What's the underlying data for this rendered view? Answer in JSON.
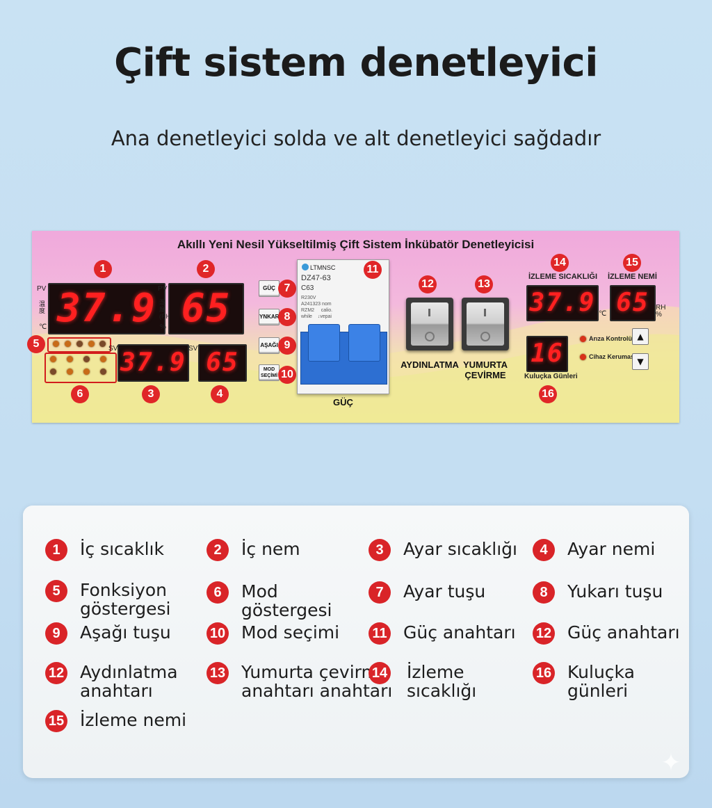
{
  "page": {
    "title": "Çift sistem denetleyici",
    "subtitle": "Ana denetleyici solda ve alt denetleyici sağdadır"
  },
  "panel": {
    "title": "Akıllı Yeni Nesil Yükseltilmiş Çift Sistem İnkübatör Denetleyicisi",
    "pv_temp": "37.9",
    "pv_hum": "65",
    "sv_temp": "37.9",
    "sv_hum": "65",
    "pv_label": "PV",
    "sv_label": "SV",
    "pct": "%",
    "celsius": "℃",
    "keys": [
      "GÜÇ",
      "YNKARI",
      "AŞAĞI",
      "MOD SEÇİMİ"
    ],
    "breaker": {
      "brand": "LTMNSC",
      "model": "DZ47-63",
      "rating": "C63",
      "power_label": "GÜÇ"
    },
    "switch_lighting": "AYDINLATMA",
    "switch_egg": "YUMURTA ÇEVİRME",
    "monitor_temp_label": "İZLEME SICAKLIĞI",
    "monitor_hum_label": "İZLEME NEMİ",
    "monitor_temp": "37.9",
    "monitor_hum": "65",
    "rh": "RH",
    "days": "16",
    "days_label": "Kuluçka Günleri",
    "fault_label": "Arıza Kontrolü",
    "protect_label": "Cihaz Kerumasi",
    "arrow_up": "▲",
    "arrow_down": "▼",
    "badges": [
      "1",
      "2",
      "3",
      "4",
      "5",
      "6",
      "7",
      "8",
      "9",
      "10",
      "11",
      "12",
      "13",
      "14",
      "15",
      "16"
    ]
  },
  "legend": [
    {
      "n": "1",
      "label": "İç sıcaklık"
    },
    {
      "n": "2",
      "label": "İç nem"
    },
    {
      "n": "3",
      "label": "Ayar sıcaklığı"
    },
    {
      "n": "4",
      "label": "Ayar nemi"
    },
    {
      "n": "5",
      "label": "Fonksiyon göstergesi"
    },
    {
      "n": "6",
      "label": "Mod göstergesi"
    },
    {
      "n": "7",
      "label": "Ayar tuşu"
    },
    {
      "n": "8",
      "label": "Yukarı tuşu"
    },
    {
      "n": "9",
      "label": "Aşağı tuşu"
    },
    {
      "n": "10",
      "label": "Mod seçimi"
    },
    {
      "n": "11",
      "label": "Güç anahtarı"
    },
    {
      "n": "12",
      "label": "Güç anahtarı"
    },
    {
      "n": "12",
      "label": "Aydınlatma anahtarı"
    },
    {
      "n": "13",
      "label": "Yumurta çevirme anahtarı anahtarı"
    },
    {
      "n": "14",
      "label": "İzleme sıcaklığı"
    },
    {
      "n": "16",
      "label": "Kuluçka günleri"
    },
    {
      "n": "15",
      "label": "İzleme nemi"
    }
  ],
  "colors": {
    "accent_red": "#d92428",
    "display_red": "#ff2020",
    "breaker_blue": "#2d6fd2"
  }
}
